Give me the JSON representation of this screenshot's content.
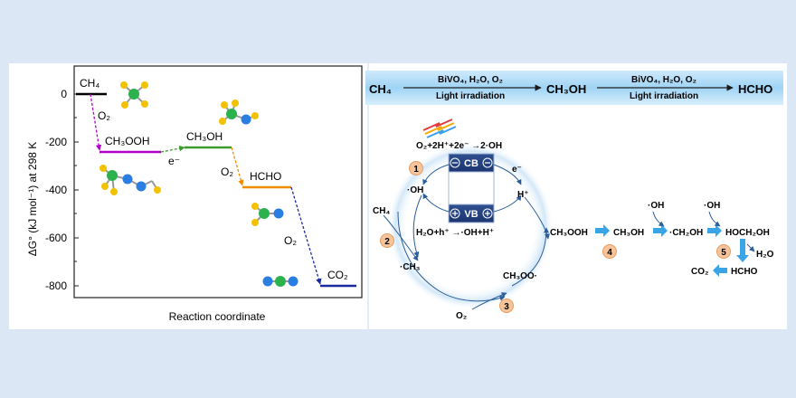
{
  "energy_diagram": {
    "ylabel": "ΔG° (kJ mol⁻¹) at 298 K",
    "xlabel": "Reaction coordinate",
    "yticks": [
      "0",
      "-200",
      "-400",
      "-600",
      "-800"
    ],
    "species": {
      "ch4": "CH₄",
      "ch3ooh": "CH₃OOH",
      "ch3oh": "CH₃OH",
      "hcho": "HCHO",
      "co2": "CO₂"
    },
    "step_labels": {
      "o2_first": "O₂",
      "electron": "e⁻",
      "o2_second": "O₂",
      "o2_third": "O₂"
    },
    "level_colors": {
      "ch4": "#000000",
      "ch3ooh": "#b400c8",
      "ch3oh": "#3a9b2c",
      "hcho": "#f08a00",
      "co2": "#1b2aa0"
    }
  },
  "reaction_banner": {
    "reactant": "CH₄",
    "intermediate": "CH₃OH",
    "product": "HCHO",
    "conditions_top_1": "BiVO₄, H₂O, O₂",
    "conditions_bottom_1": "Light irradiation",
    "conditions_top_2": "BiVO₄, H₂O, O₂",
    "conditions_bottom_2": "Light irradiation"
  },
  "mechanism": {
    "cb_label": "CB",
    "vb_label": "VB",
    "o2_reduction": "O₂+2H⁺+2e⁻ →2·OH",
    "water_oxidation": "H₂O+h⁺ →·OH+H⁺",
    "electron": "e⁻",
    "proton": "H⁺",
    "hydroxyl_radical": "·OH",
    "methane": "CH₄",
    "methyl_radical": "·CH₃",
    "o2": "O₂",
    "peroxy_radical": "CH₃OO·",
    "hydroperoxide": "CH₃OOH",
    "methanol": "CH₃OH",
    "hydroxymethyl": "·CH₂OH",
    "hydroxyl_1": "·OH",
    "hydroxyl_2": "·OH",
    "methanediol": "HOCH₂OH",
    "water": "H₂O",
    "formaldehyde": "HCHO",
    "carbon_dioxide": "CO₂",
    "step_numbers": [
      "1",
      "2",
      "3",
      "4",
      "5"
    ]
  }
}
